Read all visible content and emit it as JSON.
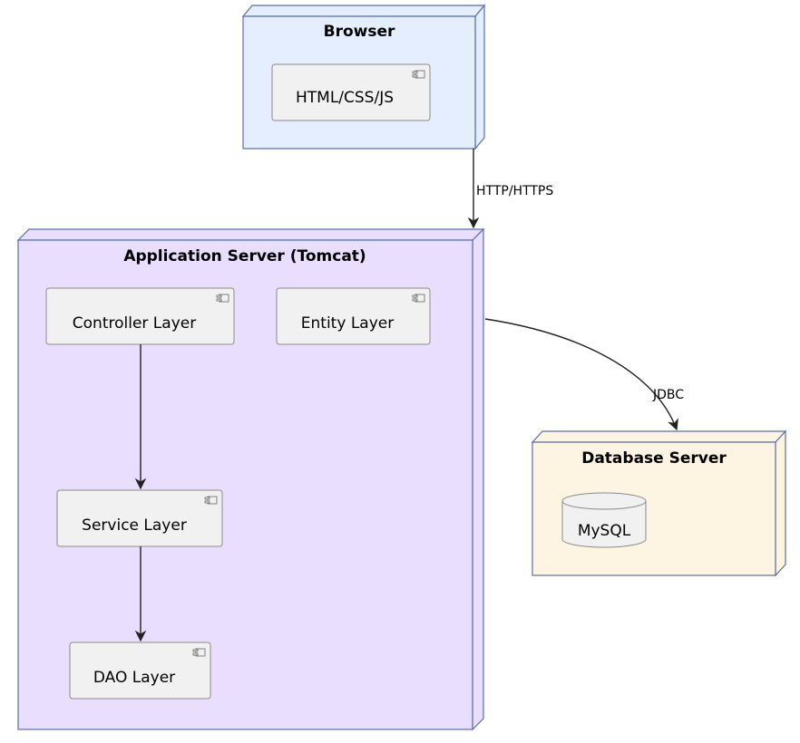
{
  "nodes": {
    "browser": {
      "title": "Browser",
      "color": "#e4eefe"
    },
    "app_server": {
      "title": "Application Server (Tomcat)",
      "color": "#e9defe"
    },
    "db_server": {
      "title": "Database Server",
      "color": "#fef4e2"
    }
  },
  "components": {
    "html_css_js": "HTML/CSS/JS",
    "controller": "Controller Layer",
    "entity": "Entity Layer",
    "service": "Service Layer",
    "dao": "DAO Layer",
    "mysql": "MySQL"
  },
  "edges": {
    "http": "HTTP/HTTPS",
    "jdbc": "JDBC"
  },
  "colors": {
    "node_border": "#5a6fa8",
    "component_fill": "#f1f1f1",
    "component_border": "#8a8a8a",
    "edge": "#222222"
  }
}
